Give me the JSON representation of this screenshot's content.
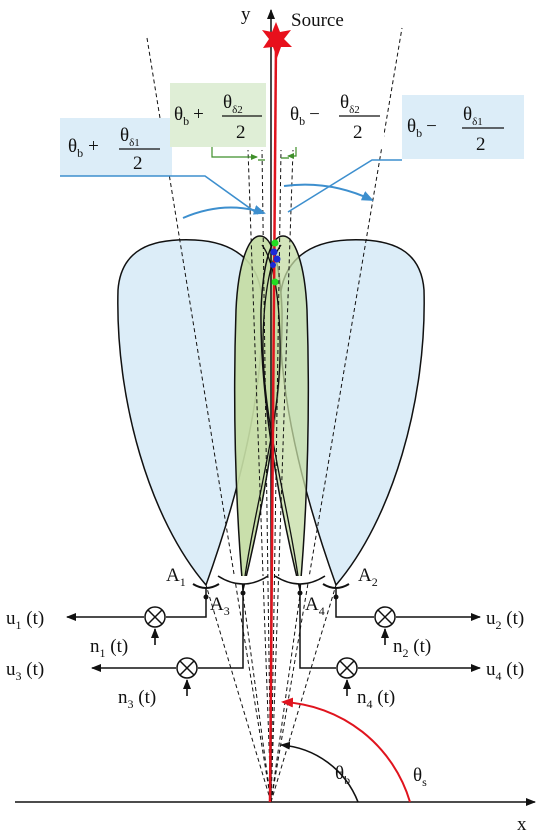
{
  "colors": {
    "outer_lobe_fill": "#dcedf8",
    "inner_lobe_fill": "#c4dca4",
    "inner_box_fill": "#dfeed6",
    "outer_box_fill": "#dcedf8",
    "source_line": "#e0141e",
    "arrow_blue": "#3d8fce",
    "arrow_green": "#3f8f2a",
    "point_green": "#22dd22",
    "point_blue": "#1b2bd8",
    "black": "#111111"
  },
  "axes": {
    "x": "x",
    "y": "y"
  },
  "source": {
    "label": "Source",
    "icon": "burst-star"
  },
  "angle_boxes": [
    {
      "main": "θ",
      "main_sub": "b",
      "op": "+",
      "num": "θ",
      "num_sub": "δ1",
      "den": "2"
    },
    {
      "main": "θ",
      "main_sub": "b",
      "op": "+",
      "num": "θ",
      "num_sub": "δ2",
      "den": "2"
    },
    {
      "main": "θ",
      "main_sub": "b",
      "op": "−",
      "num": "θ",
      "num_sub": "δ2",
      "den": "2"
    },
    {
      "main": "θ",
      "main_sub": "b",
      "op": "−",
      "num": "θ",
      "num_sub": "δ1",
      "den": "2"
    }
  ],
  "antennas": [
    {
      "label": "A",
      "sub": "1"
    },
    {
      "label": "A",
      "sub": "2"
    },
    {
      "label": "A",
      "sub": "3"
    },
    {
      "label": "A",
      "sub": "4"
    }
  ],
  "outputs": [
    {
      "label": "u",
      "sub": "1",
      "suffix": " (t)"
    },
    {
      "label": "u",
      "sub": "2",
      "suffix": " (t)"
    },
    {
      "label": "u",
      "sub": "3",
      "suffix": " (t)"
    },
    {
      "label": "u",
      "sub": "4",
      "suffix": " (t)"
    }
  ],
  "noises": [
    {
      "label": "n",
      "sub": "1",
      "suffix": " (t)"
    },
    {
      "label": "n",
      "sub": "2",
      "suffix": " (t)"
    },
    {
      "label": "n",
      "sub": "3",
      "suffix": " (t)"
    },
    {
      "label": "n",
      "sub": "4",
      "suffix": " (t)"
    }
  ],
  "angles": {
    "b": {
      "label": "θ",
      "sub": "b"
    },
    "s": {
      "label": "θ",
      "sub": "s"
    }
  }
}
